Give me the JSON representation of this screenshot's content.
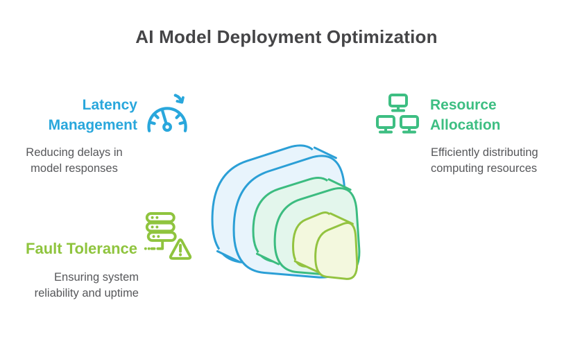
{
  "title": "AI Model Deployment Optimization",
  "sections": {
    "latency": {
      "heading": "Latency\nManagement",
      "description": "Reducing delays in\nmodel responses",
      "icon": "speedometer-arrow-icon",
      "color": "#29A7DC"
    },
    "resource": {
      "heading": "Resource\nAllocation",
      "description": "Efficiently distributing\ncomputing resources",
      "icon": "network-monitors-icon",
      "color": "#3DBE82"
    },
    "fault": {
      "heading": "Fault Tolerance",
      "description": "Ensuring system\nreliability and uptime",
      "icon": "server-stack-warning-icon",
      "color": "#8FC43E"
    }
  },
  "illustration": {
    "name": "nested rounded 3D cubes",
    "layers": [
      {
        "size": "large",
        "stroke": "#2B9FD6",
        "fill": "#E8F4FC"
      },
      {
        "size": "medium",
        "stroke": "#3CBC80",
        "fill": "#E3F6EC"
      },
      {
        "size": "small",
        "stroke": "#93C340",
        "fill": "#F3F8DE"
      }
    ]
  },
  "text_colors": {
    "title": "#454547",
    "body": "#56575A"
  }
}
